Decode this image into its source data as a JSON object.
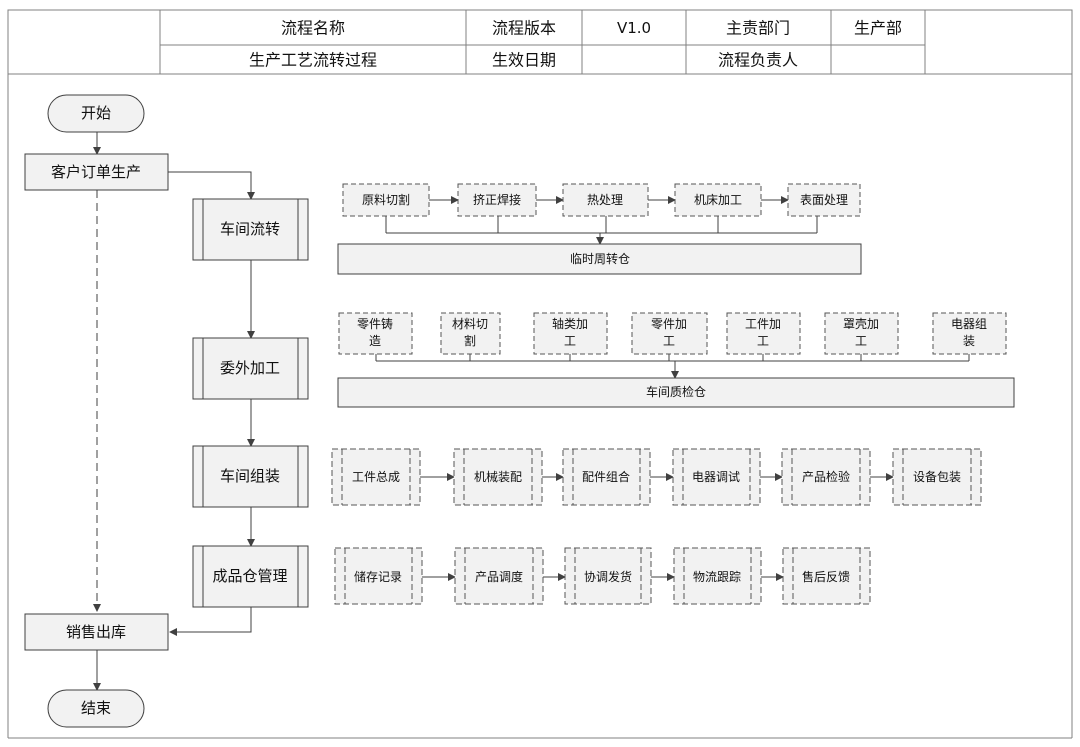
{
  "header": {
    "process_name_label": "流程名称",
    "process_name": "生产工艺流转过程",
    "version_label": "流程版本",
    "version": "V1.0",
    "effective_date_label": "生效日期",
    "effective_date": "",
    "dept_label": "主责部门",
    "dept": "生产部",
    "owner_label": "流程负责人",
    "owner": ""
  },
  "flow": {
    "start": "开始",
    "end": "结束",
    "order": "客户订单生产",
    "sales": "销售出库",
    "stages": [
      "车间流转",
      "委外加工",
      "车间组装",
      "成品仓管理"
    ]
  },
  "workshop_steps": [
    "原料切割",
    "挤正焊接",
    "热处理",
    "机床加工",
    "表面处理"
  ],
  "workshop_target": "临时周转仓",
  "outsource_steps": [
    [
      "零件铸",
      "造"
    ],
    [
      "材料切",
      "割"
    ],
    [
      "轴类加",
      "工"
    ],
    [
      "零件加",
      "工"
    ],
    [
      "工件加",
      "工"
    ],
    [
      "罩壳加",
      "工"
    ],
    [
      "电器组",
      "装"
    ]
  ],
  "outsource_target": "车间质检仓",
  "assembly_steps": [
    "工件总成",
    "机械装配",
    "配件组合",
    "电器调试",
    "产品检验",
    "设备包装"
  ],
  "warehouse_steps": [
    "储存记录",
    "产品调度",
    "协调发货",
    "物流跟踪",
    "售后反馈"
  ],
  "colors": {
    "box_fill": "#f2f2f2",
    "line": "#404040",
    "border": "#808080"
  }
}
